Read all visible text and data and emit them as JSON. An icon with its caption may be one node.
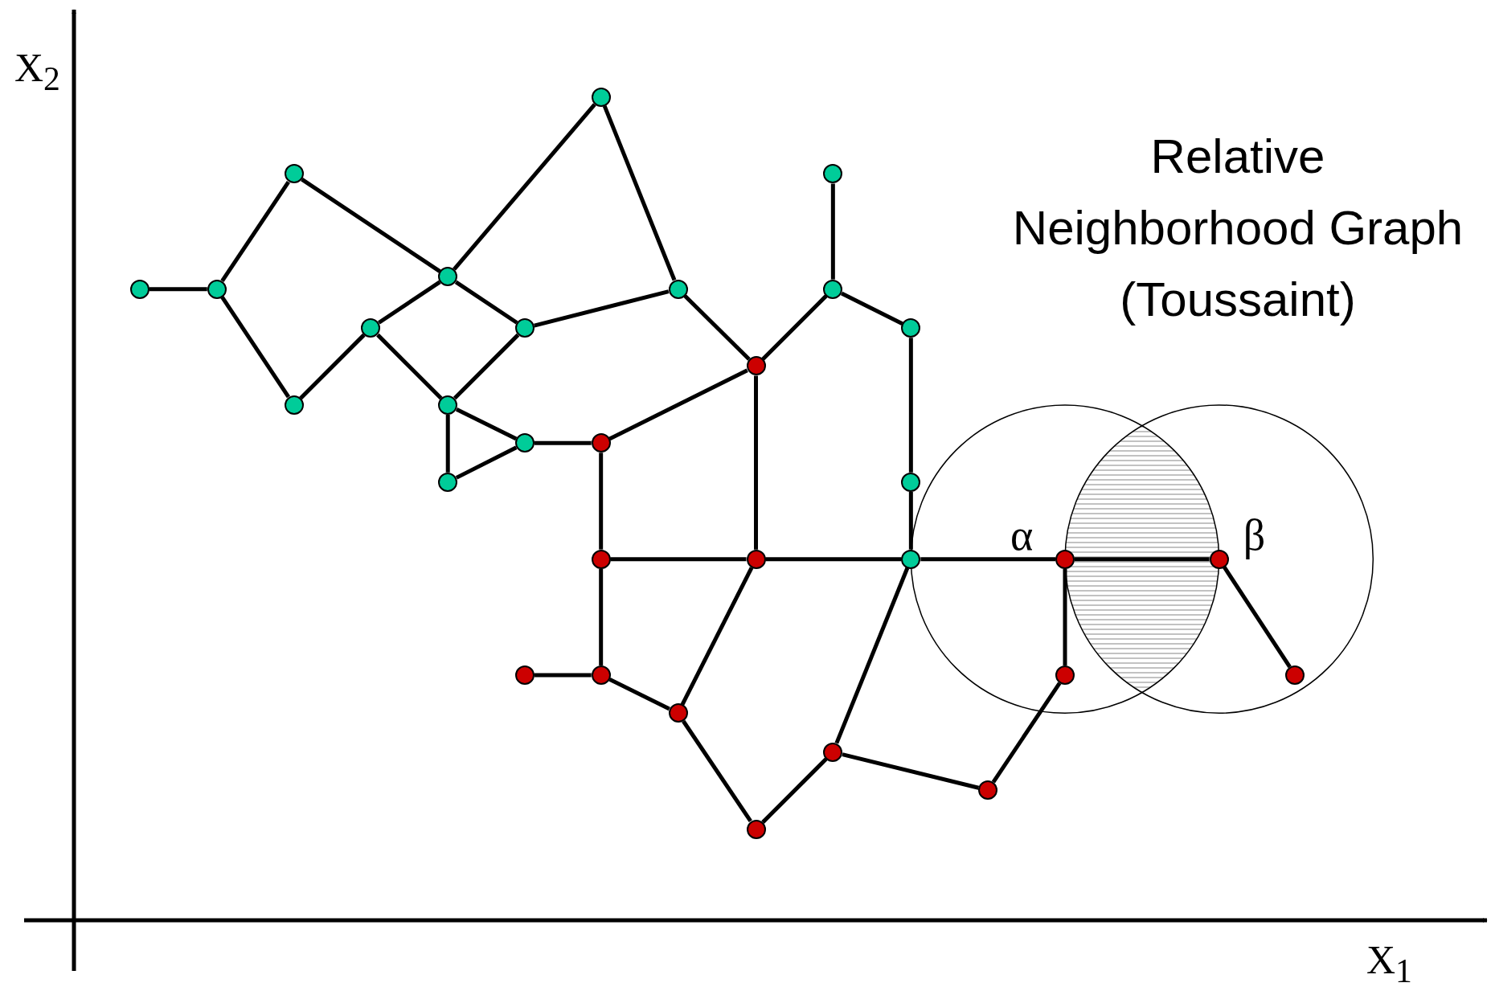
{
  "diagram": {
    "title": "Relative Neighborhood Graph (Toussaint)",
    "nodes": [
      {
        "text": [],
        "shape": "circle"
      },
      {
        "text": [],
        "shape": "circle"
      },
      {
        "text": [],
        "shape": "circle"
      },
      {
        "text": [],
        "shape": "circle"
      },
      {
        "text": [],
        "shape": "circle"
      },
      {
        "text": [],
        "shape": "circle"
      },
      {
        "text": [],
        "shape": "circle"
      },
      {
        "text": [],
        "shape": "circle"
      },
      {
        "text": [],
        "shape": "circle"
      },
      {
        "text": [],
        "shape": "circle"
      },
      {
        "text": [],
        "shape": "circle"
      },
      {
        "text": [],
        "shape": "circle"
      },
      {
        "text": [],
        "shape": "circle"
      },
      {
        "text": [],
        "shape": "circle"
      },
      {
        "text": [],
        "shape": "circle"
      },
      {
        "text": [],
        "shape": "circle"
      },
      {
        "text": [],
        "shape": "circle"
      },
      {
        "text": [],
        "shape": "circle"
      },
      {
        "text": [],
        "shape": "circle"
      },
      {
        "text": [],
        "shape": "circle"
      },
      {
        "text": [],
        "shape": "circle"
      },
      {
        "text": [],
        "shape": "circle",
        "beside": [
          "α"
        ]
      },
      {
        "text": [],
        "shape": "circle",
        "beside": [
          "β"
        ]
      },
      {
        "text": [],
        "shape": "circle"
      },
      {
        "text": [],
        "shape": "circle"
      },
      {
        "text": [],
        "shape": "circle"
      },
      {
        "text": [],
        "shape": "circle"
      },
      {
        "text": [],
        "shape": "circle"
      },
      {
        "text": [],
        "shape": "circle"
      },
      {
        "text": [],
        "shape": "circle"
      },
      {
        "text": [],
        "shape": "circle"
      }
    ],
    "edges": [
      {
        "from": 3,
        "to": 4,
        "arrow": "none"
      },
      {
        "from": 4,
        "to": 1,
        "arrow": "none"
      },
      {
        "from": 4,
        "to": 12,
        "arrow": "none"
      },
      {
        "from": 1,
        "to": 5,
        "arrow": "none"
      },
      {
        "from": 5,
        "to": 0,
        "arrow": "none"
      },
      {
        "from": 0,
        "to": 6,
        "arrow": "none"
      },
      {
        "from": 5,
        "to": 8,
        "arrow": "none"
      },
      {
        "from": 5,
        "to": 9,
        "arrow": "none"
      },
      {
        "from": 8,
        "to": 12,
        "arrow": "none"
      },
      {
        "from": 8,
        "to": 13,
        "arrow": "none"
      },
      {
        "from": 9,
        "to": 13,
        "arrow": "none"
      },
      {
        "from": 9,
        "to": 6,
        "arrow": "none"
      },
      {
        "from": 6,
        "to": 11,
        "arrow": "none"
      },
      {
        "from": 2,
        "to": 7,
        "arrow": "none"
      },
      {
        "from": 7,
        "to": 11,
        "arrow": "none"
      },
      {
        "from": 7,
        "to": 10,
        "arrow": "none"
      },
      {
        "from": 10,
        "to": 17,
        "arrow": "none"
      },
      {
        "from": 17,
        "to": 20,
        "arrow": "none"
      },
      {
        "from": 13,
        "to": 14,
        "arrow": "none"
      },
      {
        "from": 13,
        "to": 16,
        "arrow": "none"
      },
      {
        "from": 16,
        "to": 14,
        "arrow": "none"
      },
      {
        "from": 14,
        "to": 15,
        "arrow": "none"
      },
      {
        "from": 15,
        "to": 11,
        "arrow": "none"
      },
      {
        "from": 15,
        "to": 18,
        "arrow": "none"
      },
      {
        "from": 11,
        "to": 19,
        "arrow": "none"
      },
      {
        "from": 18,
        "to": 19,
        "arrow": "none"
      },
      {
        "from": 19,
        "to": 20,
        "arrow": "none"
      },
      {
        "from": 20,
        "to": 21,
        "arrow": "none"
      },
      {
        "from": 21,
        "to": 22,
        "arrow": "none"
      },
      {
        "from": 22,
        "to": 26,
        "arrow": "none"
      },
      {
        "from": 21,
        "to": 25,
        "arrow": "none"
      },
      {
        "from": 25,
        "to": 29,
        "arrow": "none"
      },
      {
        "from": 29,
        "to": 28,
        "arrow": "none"
      },
      {
        "from": 28,
        "to": 20,
        "arrow": "none"
      },
      {
        "from": 19,
        "to": 27,
        "arrow": "none"
      },
      {
        "from": 18,
        "to": 24,
        "arrow": "none"
      },
      {
        "from": 23,
        "to": 24,
        "arrow": "none"
      },
      {
        "from": 24,
        "to": 27,
        "arrow": "none"
      },
      {
        "from": 27,
        "to": 30,
        "arrow": "none"
      },
      {
        "from": 30,
        "to": 28,
        "arrow": "none"
      }
    ],
    "labels": [
      "X$_{2}$",
      "X$_{1}$"
    ]
  }
}
